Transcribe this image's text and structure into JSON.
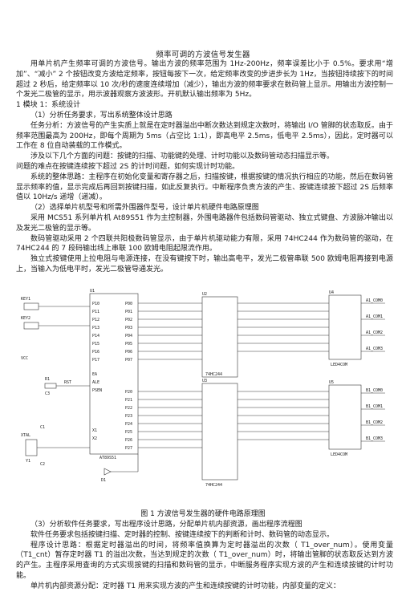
{
  "doc": {
    "title": "频率可调的方波信号发生器",
    "paragraphs": [
      "用单片机产生频率可调的方波信号。输出方波的频率范围为 1Hz-200Hz，频率误差比小于 0.5%。要求用“增加”、“减小” 2 个按钮改变方波给定频率，按钮每按下一次，给定频率改变的步进步长为 1Hz，当按钮持续按下的时间超过 2 秒后，给定频率以 10 次/秒的速度连续增加（减少），输出方波的频率要求在数码管上显示。用输出方波控制一个发光二极管的显示，用示波器观察方波波形。开机默认输出频率为 5Hz。",
      "1 模块 1：系统设计",
      "（1）分析任务要求，写出系统整体设计思路",
      "任务分析：方波信号的产生实质上就是在定时器溢出中断次数达到规定次数时，将输出 I/O 管脚的状态取反。由于频率范围最高为 200Hz，即每个周期为 5ms（占空比 1:1），即高电平 2.5ms，低电平 2.5ms），因此，定时器可以工作在 8 位自动装载的工作模式。",
      "涉及以下几个方面的问题：按键的扫描、功能键的处理、计时功能以及数码管动态扫描显示等。",
      "问题的难点在按键连续按下超过 2S 的计时问题，如何实现计时功能。",
      "系统的整体思路：主程序在初始化变量和寄存器之后，扫描按键，根据按键的情况执行相应的功能，然后在数码管显示频率的值，显示完成后再回到按键扫描，如此反复执行。中断程序负责方波的产生、按键连续按下超过 2S 后频率值以 10Hz/s 递增（递减）。",
      "（2）选择单片机型号和所需外围器件型号，设计单片机硬件电路原理图",
      "采用 MCS51 系列单片机 At89S51 作为主控制器，外围电路器件包括数码管驱动、独立式键盘、方波脉冲输出以及发光二极管的显示等。",
      "数码管驱动采用 2 个四联共阳极数码管显示，由于单片机驱动能力有限，采用 74HC244 作为数码管的驱动，在 74HC244 的 7 段码输出线上串联 100 欧姆电阻起限流作用。",
      "独立式按键使用上拉电阻与电源连接，在没有键按下时，输出高电平，发光二极管串联 500 欧姆电阻再接到电源上，当输入为低电平时，发光二极管导通发光。"
    ],
    "figure_caption": "图 1 方波信号发生器的硬件电路原理图",
    "after_paragraphs": [
      "（3）分析软件任务要求，写出程序设计思路，分配单片机内部资源，画出程序流程图",
      "软件任务要求包括按键扫描、定时器的控制、按键连续按下的判断和计时、数码管的动态显示。",
      "程序设计思路：根据定时器溢出的时间，将频率值换算为定时器溢出的次数（ T1_over_num）。使用变量（T1_cnt）暂存定时器 T1 的溢出次数，当达到规定的次数（ T1_over_num）时，将输出管脚的状态取反达到方波的产生。主程序采用查询的方式实现按键的扫描和数码管的显示，中断服务程序实现方波的产生和连续按键的计时功能。",
      "单片机内部资源分配：定时器 T1 用来实现方波的产生和连续按键的计时功能，内部变量的定义："
    ]
  },
  "circuit": {
    "mcu_label": "U1",
    "mcu_part": "AT89S51",
    "driver_labels": [
      "U2",
      "U3"
    ],
    "driver_part": "74HC244",
    "display_labels": [
      "U4",
      "U5"
    ],
    "display_part": "LED4COM",
    "port_pins": [
      "P10",
      "P11",
      "P12",
      "P13",
      "P14",
      "P15",
      "P16",
      "P17"
    ],
    "p0_pins": [
      "P00",
      "P01",
      "P02",
      "P03",
      "P04",
      "P05",
      "P06",
      "P07"
    ],
    "p2_pins": [
      "P20",
      "P21",
      "P22",
      "P23",
      "P24",
      "P25",
      "P26",
      "P27"
    ],
    "com_labels": [
      "A1_COM0",
      "A1_COM1",
      "A1_COM2",
      "A1_COM3",
      "B1_COM0",
      "B1_COM1",
      "B1_COM2",
      "B1_COM3"
    ],
    "switch_labels": [
      "KEY1",
      "KEY2"
    ],
    "misc_labels": [
      "VCC",
      "RST",
      "X1",
      "X2",
      "EA",
      "ALE",
      "PSEN",
      "XTAL",
      "C1",
      "C2",
      "C3",
      "R1",
      "D1",
      "Y1"
    ]
  }
}
